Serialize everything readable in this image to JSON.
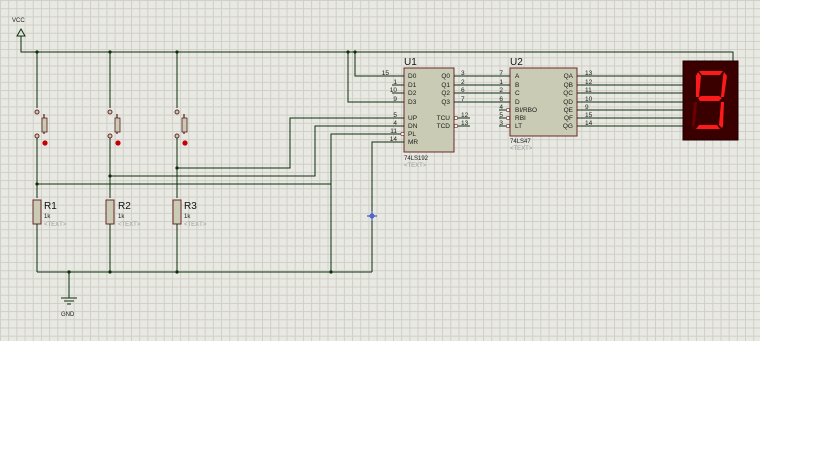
{
  "power": {
    "vcc": "VCC",
    "gnd": "GND"
  },
  "resistors": [
    {
      "ref": "R1",
      "value": "1k",
      "text": "<TEXT>"
    },
    {
      "ref": "R2",
      "value": "1k",
      "text": "<TEXT>"
    },
    {
      "ref": "R3",
      "value": "1k",
      "text": "<TEXT>"
    }
  ],
  "u1": {
    "ref": "U1",
    "part": "74LS192",
    "text": "<TEXT>",
    "left_pins": [
      {
        "name": "D0",
        "num": "15"
      },
      {
        "name": "D1",
        "num": "1"
      },
      {
        "name": "D2",
        "num": "10"
      },
      {
        "name": "D3",
        "num": "9"
      },
      {
        "name": "UP",
        "num": "5"
      },
      {
        "name": "DN",
        "num": "4"
      },
      {
        "name": "PL",
        "num": "11"
      },
      {
        "name": "MR",
        "num": "14"
      }
    ],
    "right_pins": [
      {
        "name": "Q0",
        "num": "3"
      },
      {
        "name": "Q1",
        "num": "2"
      },
      {
        "name": "Q2",
        "num": "6"
      },
      {
        "name": "Q3",
        "num": "7"
      },
      {
        "name": "TCU",
        "num": "12"
      },
      {
        "name": "TCD",
        "num": "13"
      }
    ]
  },
  "u2": {
    "ref": "U2",
    "part": "74LS47",
    "text": "<TEXT>",
    "left_pins": [
      {
        "name": "A",
        "num": "7"
      },
      {
        "name": "B",
        "num": "1"
      },
      {
        "name": "C",
        "num": "2"
      },
      {
        "name": "D",
        "num": "6"
      },
      {
        "name": "BI/RBO",
        "num": "4"
      },
      {
        "name": "RBI",
        "num": "5"
      },
      {
        "name": "LT",
        "num": "3"
      }
    ],
    "right_pins": [
      {
        "name": "QA",
        "num": "13"
      },
      {
        "name": "QB",
        "num": "12"
      },
      {
        "name": "QC",
        "num": "11"
      },
      {
        "name": "QD",
        "num": "10"
      },
      {
        "name": "QE",
        "num": "9"
      },
      {
        "name": "QF",
        "num": "15"
      },
      {
        "name": "QG",
        "num": "14"
      }
    ]
  },
  "display": {
    "digit": "9",
    "segment_color": "#ff1a1a",
    "body_color": "#3a0000"
  }
}
